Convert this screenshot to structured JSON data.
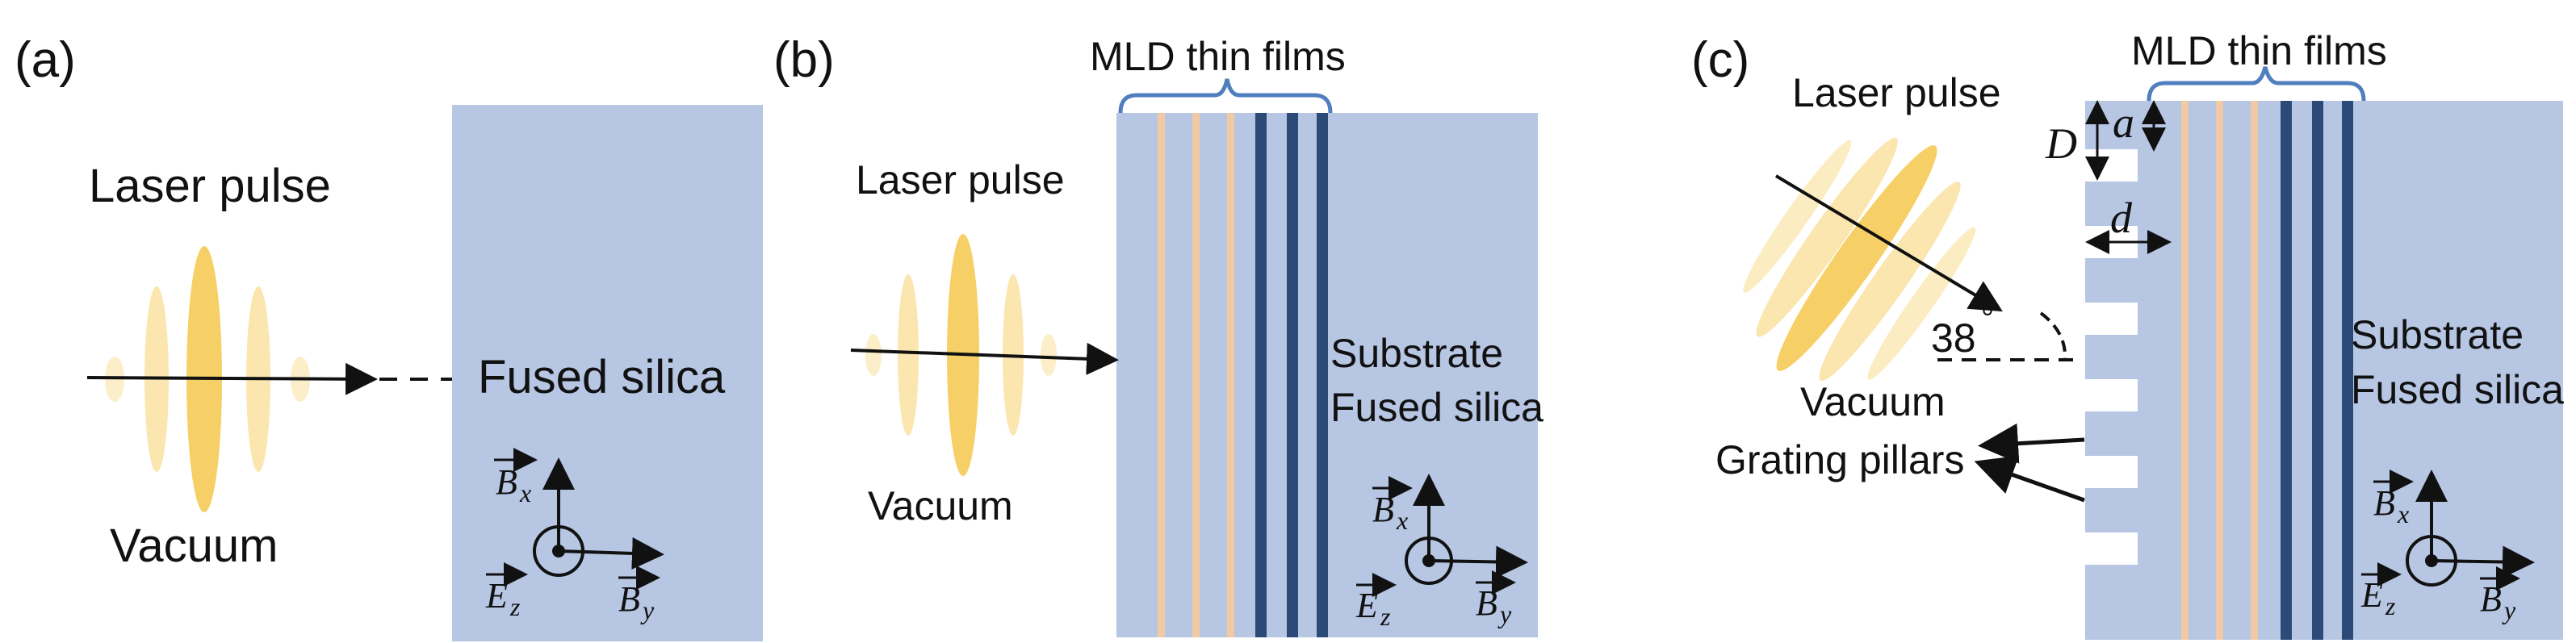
{
  "panels": {
    "a": {
      "tag": "(a)",
      "laser_label": "Laser pulse",
      "vacuum_label": "Vacuum",
      "material_label": "Fused silica"
    },
    "b": {
      "tag": "(b)",
      "films_label": "MLD thin films",
      "laser_label": "Laser pulse",
      "vacuum_label": "Vacuum",
      "substrate_line1": "Substrate",
      "substrate_line2": "Fused silica"
    },
    "c": {
      "tag": "(c)",
      "films_label": "MLD thin films",
      "laser_label": "Laser pulse",
      "vacuum_label": "Vacuum",
      "grating_label": "Grating pillars",
      "substrate_line1": "Substrate",
      "substrate_line2": "Fused silica",
      "angle_value": "38",
      "angle_unit": "°",
      "dim_a": "a",
      "dim_D": "D",
      "dim_d": "d"
    }
  },
  "axes": {
    "bx": "B",
    "bx_sub": "x",
    "by": "B",
    "by_sub": "y",
    "ez": "E",
    "ez_sub": "z"
  },
  "colors": {
    "substrate": "#b6c6e3",
    "pulse": "#f5c84c",
    "film_light": "#f3c9a3",
    "film_dark": "#2c4a78",
    "bracket": "#4f7fbf"
  }
}
